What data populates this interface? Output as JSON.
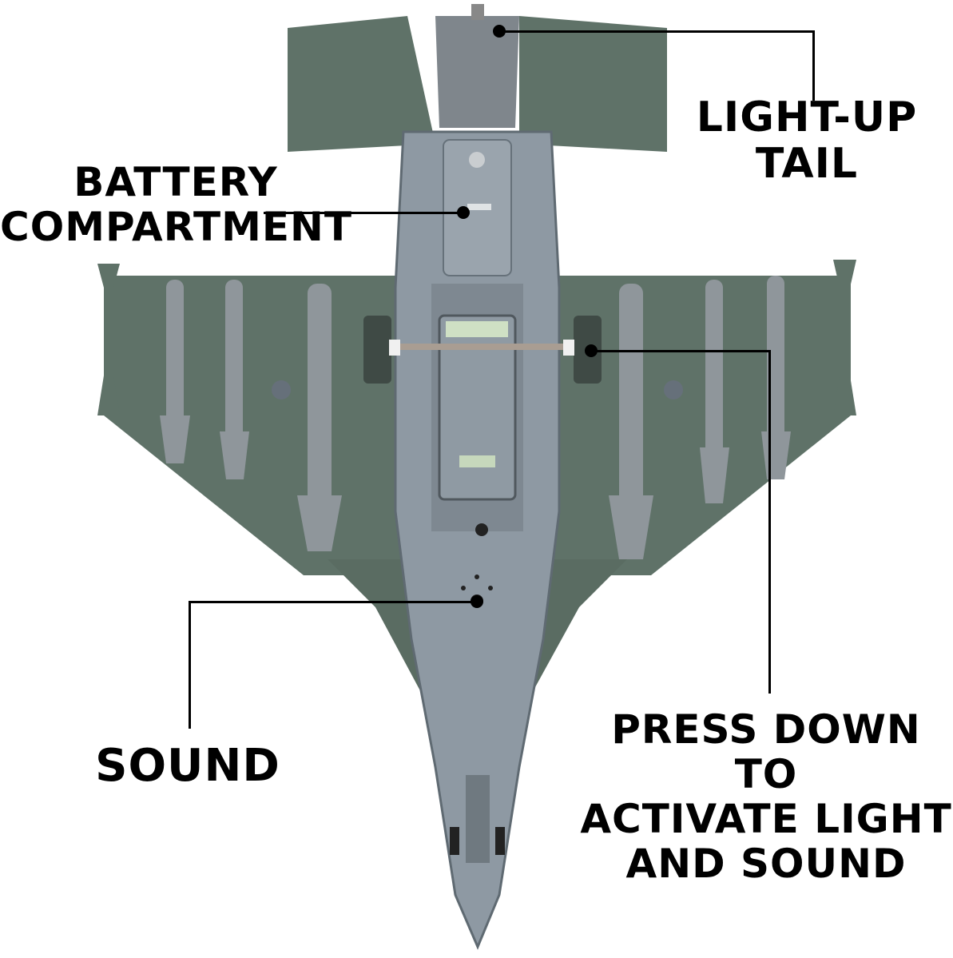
{
  "callouts": {
    "light_up_tail": {
      "line1": "LIGHT-UP",
      "line2": "TAIL"
    },
    "battery": {
      "line1": "BATTERY",
      "line2": "COMPARTMENT"
    },
    "sound": {
      "line1": "SOUND"
    },
    "press": {
      "line1": "PRESS DOWN TO",
      "line2": "ACTIVATE LIGHT",
      "line3": "AND SOUND"
    }
  },
  "colors": {
    "background": "#ffffff",
    "wing": "#5f7268",
    "fuselage": "#8e99a3",
    "missile": "#8f969b",
    "text": "#000000"
  }
}
